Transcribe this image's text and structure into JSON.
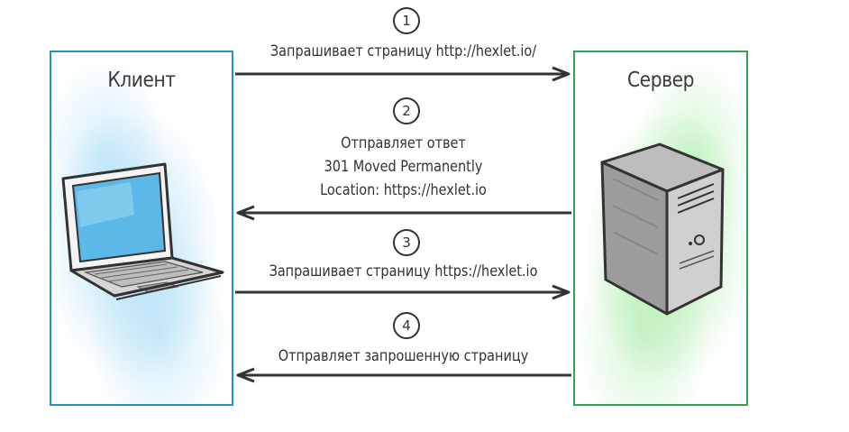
{
  "client": {
    "title": "Клиент"
  },
  "server": {
    "title": "Сервер"
  },
  "steps": [
    {
      "number": "1",
      "lines": [
        "Запрашивает страницу http://hexlet.io/"
      ],
      "direction": "to-server"
    },
    {
      "number": "2",
      "lines": [
        "Отправляет ответ",
        "301 Moved Permanently",
        "Location: https://hexlet.io"
      ],
      "direction": "to-client"
    },
    {
      "number": "3",
      "lines": [
        "Запрашивает страницу https://hexlet.io"
      ],
      "direction": "to-server"
    },
    {
      "number": "4",
      "lines": [
        "Отправляет запрошенную страницу"
      ],
      "direction": "to-client"
    }
  ],
  "icons": {
    "client_device": "laptop-icon",
    "server_device": "server-tower-icon"
  },
  "colors": {
    "client_border": "#2b8fc9",
    "server_border": "#34a24a",
    "arrow": "#333333"
  }
}
